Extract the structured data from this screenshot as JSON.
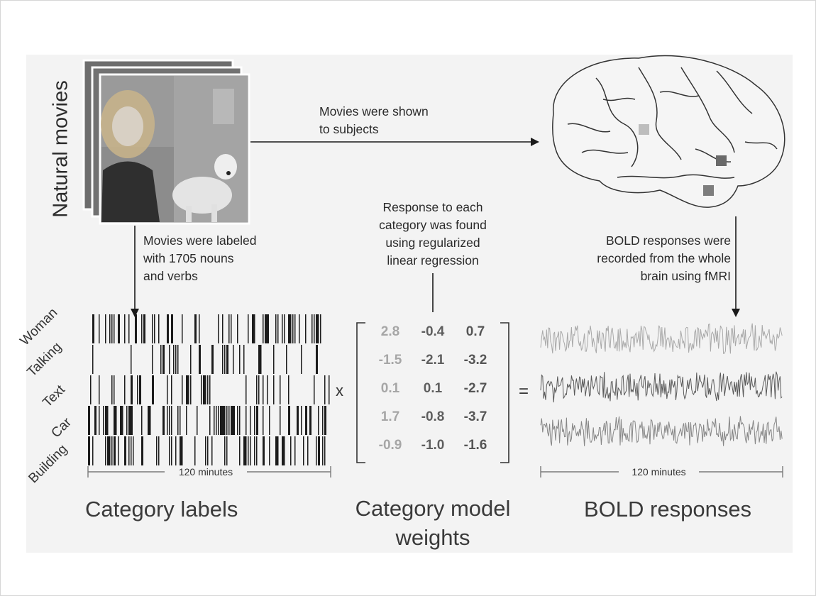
{
  "left": {
    "vertical_title": "Natural movies",
    "label_annotation": "Movies were labeled\nwith 1705 nouns\nand verbs",
    "categories": [
      "Woman",
      "Talking",
      "Text",
      "Car",
      "Building"
    ],
    "duration": "120 minutes",
    "caption": "Category labels"
  },
  "top": {
    "arrow_label": "Movies were shown\nto subjects"
  },
  "middle": {
    "annotation": "Response to each\ncategory was found\nusing regularized\nlinear regression",
    "multiply_sign": "x",
    "equals_sign": "=",
    "weights": [
      [
        "2.8",
        "-0.4",
        "0.7"
      ],
      [
        "-1.5",
        "-2.1",
        "-3.2"
      ],
      [
        "0.1",
        "0.1",
        "-2.7"
      ],
      [
        "1.7",
        "-0.8",
        "-3.7"
      ],
      [
        "-0.9",
        "-1.0",
        "-1.6"
      ]
    ],
    "column_colors": [
      "#a6a6a6",
      "#5e5e5e",
      "#555555"
    ],
    "caption": "Category model\nweights"
  },
  "right": {
    "annotation": "BOLD responses were\nrecorded from the whole\nbrain using fMRI",
    "duration": "120 minutes",
    "caption": "BOLD responses",
    "trace_colors": [
      "#a9a9a9",
      "#5a5a5a",
      "#868686"
    ]
  }
}
